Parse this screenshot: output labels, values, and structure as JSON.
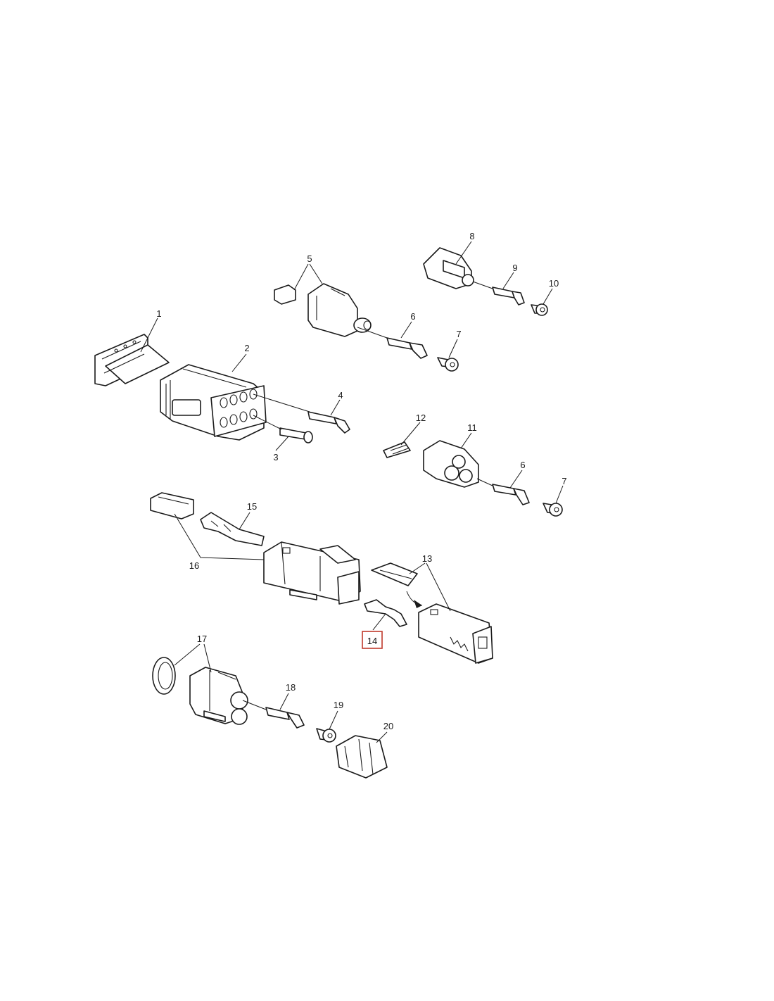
{
  "callouts": [
    "1",
    "2",
    "3",
    "4",
    "5",
    "6",
    "7",
    "8",
    "9",
    "10",
    "11",
    "12",
    "6",
    "7",
    "15",
    "16",
    "13",
    "14",
    "17",
    "18",
    "19",
    "20"
  ],
  "highlighted_callout": "14",
  "highlight_color": "#c0392b"
}
